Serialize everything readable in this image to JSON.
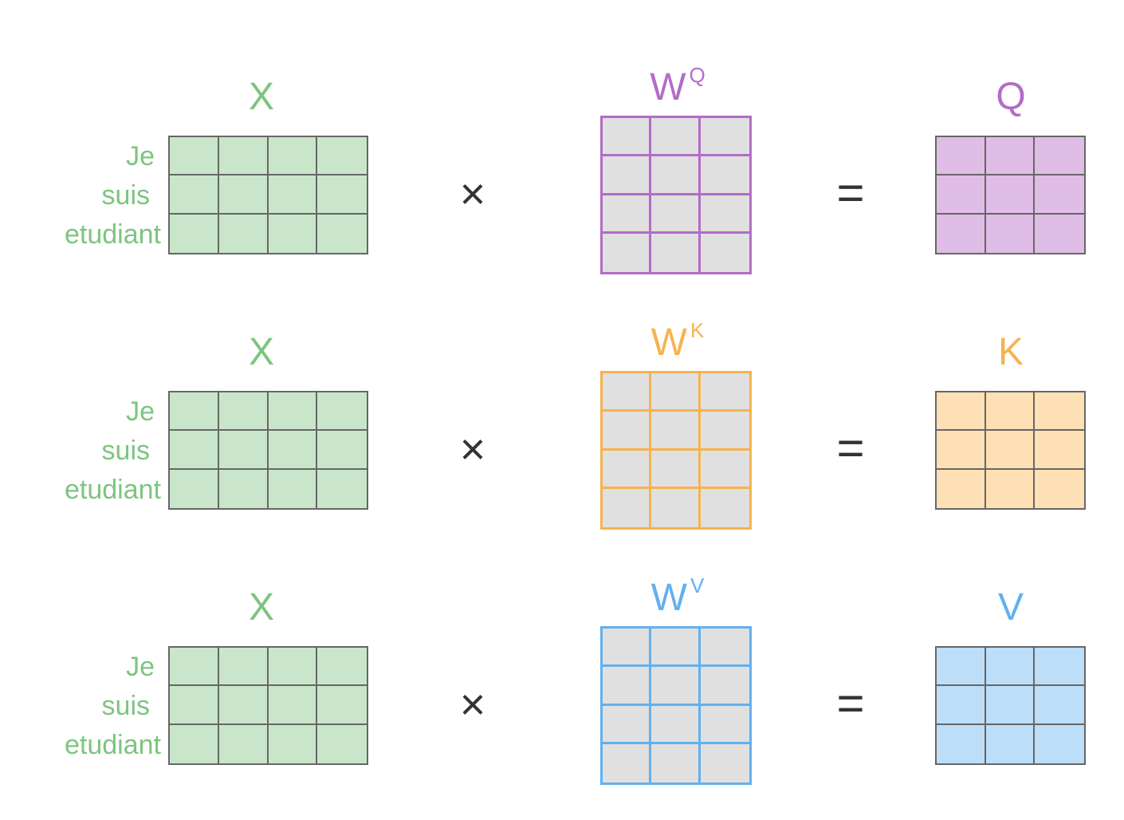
{
  "rows": [
    {
      "id": "q",
      "input_label": "X",
      "tokens": [
        "Je",
        "suis",
        "etudiant"
      ],
      "weight_label": "W",
      "weight_superscript": "Q",
      "operator_multiply": "×",
      "operator_equals": "=",
      "output_label": "Q",
      "color": "#b36cc8",
      "output_fill": "#e0bde7"
    },
    {
      "id": "k",
      "input_label": "X",
      "tokens": [
        "Je",
        "suis",
        "etudiant"
      ],
      "weight_label": "W",
      "weight_superscript": "K",
      "operator_multiply": "×",
      "operator_equals": "=",
      "output_label": "K",
      "color": "#f7b24f",
      "output_fill": "#fde0b5"
    },
    {
      "id": "v",
      "input_label": "X",
      "tokens": [
        "Je",
        "suis",
        "etudiant"
      ],
      "weight_label": "W",
      "weight_superscript": "V",
      "operator_multiply": "×",
      "operator_equals": "=",
      "output_label": "V",
      "color": "#62b0ee",
      "output_fill": "#bcdef8"
    }
  ],
  "colors": {
    "input": "#7dc47f",
    "input_fill": "#c9e6cb",
    "weight_fill": "#e0e0e0",
    "grid_line": "#666666",
    "operator": "#333333"
  },
  "matrix_shapes": {
    "input": [
      3,
      4
    ],
    "weight": [
      4,
      3
    ],
    "output": [
      3,
      3
    ]
  }
}
